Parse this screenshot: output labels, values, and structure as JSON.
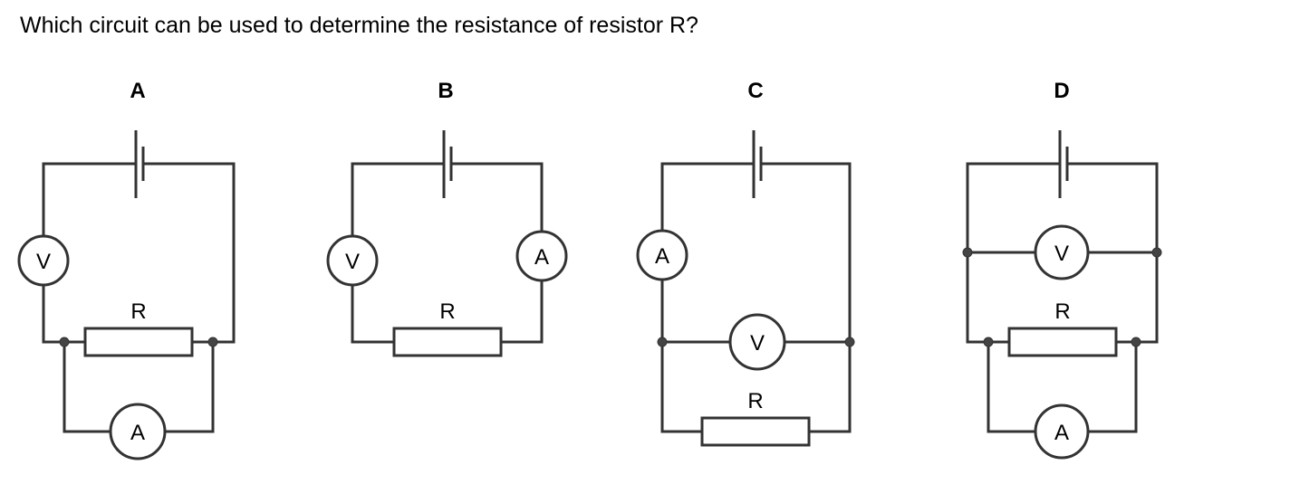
{
  "question": "Which circuit can be used to determine the resistance of resistor R?",
  "options": [
    {
      "letter": "A",
      "resistor": "R",
      "meters": {
        "voltmeter": "V",
        "ammeter": "A"
      }
    },
    {
      "letter": "B",
      "resistor": "R",
      "meters": {
        "voltmeter": "V",
        "ammeter": "A"
      }
    },
    {
      "letter": "C",
      "resistor": "R",
      "meters": {
        "voltmeter": "V",
        "ammeter": "A"
      }
    },
    {
      "letter": "D",
      "resistor": "R",
      "meters": {
        "voltmeter": "V",
        "ammeter": "A"
      }
    }
  ]
}
